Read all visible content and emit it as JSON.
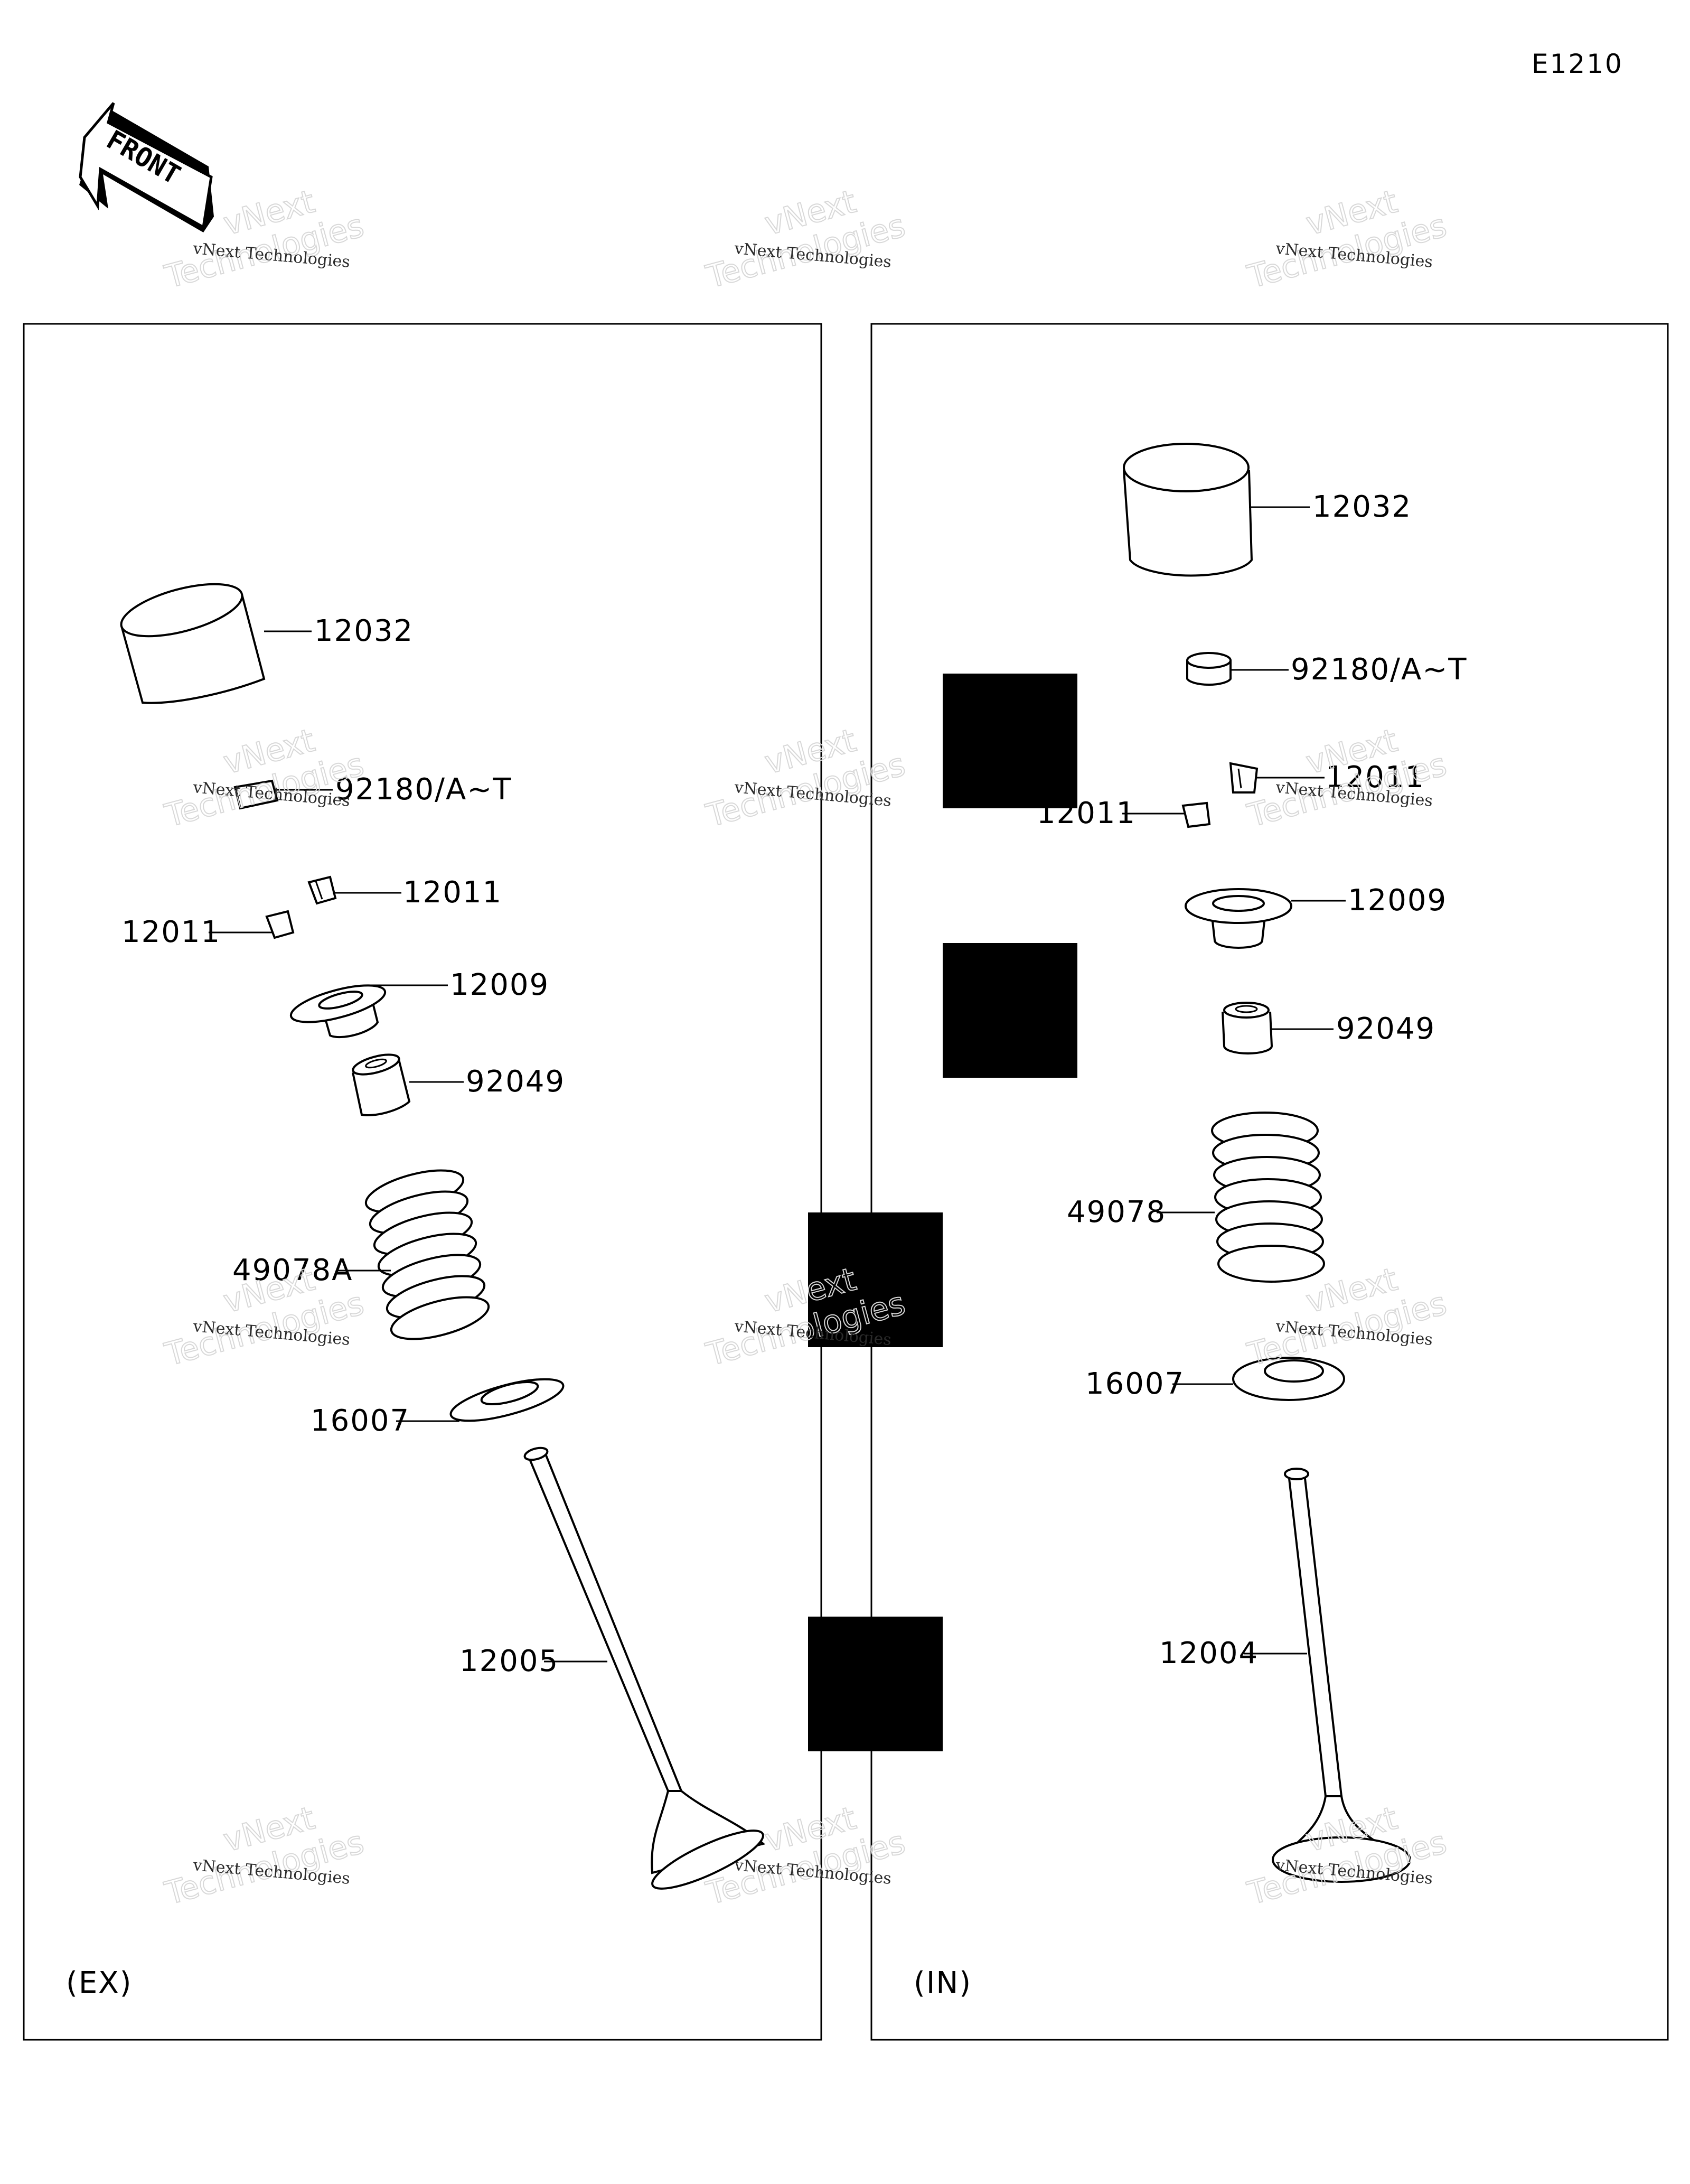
{
  "diagram_code": "E1210",
  "front_label": "FRONT",
  "watermark": {
    "line1": "vNext Technologies",
    "line2": "vNext",
    "line3": "Technologies"
  },
  "panels": {
    "exhaust": {
      "caption": "(EX)",
      "parts": {
        "tappet": "12032",
        "shim": "92180/A~T",
        "cotter_upper": "12011",
        "cotter_lower": "12011",
        "retainer": "12009",
        "stem_seal": "92049",
        "spring": "49078A",
        "spring_seat": "16007",
        "valve": "12005"
      }
    },
    "intake": {
      "caption": "(IN)",
      "parts": {
        "tappet": "12032",
        "shim": "92180/A~T",
        "cotter_upper": "12011",
        "cotter_lower": "12011",
        "retainer": "12009",
        "stem_seal": "92049",
        "spring": "49078",
        "spring_seat": "16007",
        "valve": "12004"
      }
    }
  },
  "colors": {
    "line": "#000000",
    "background": "#ffffff"
  }
}
